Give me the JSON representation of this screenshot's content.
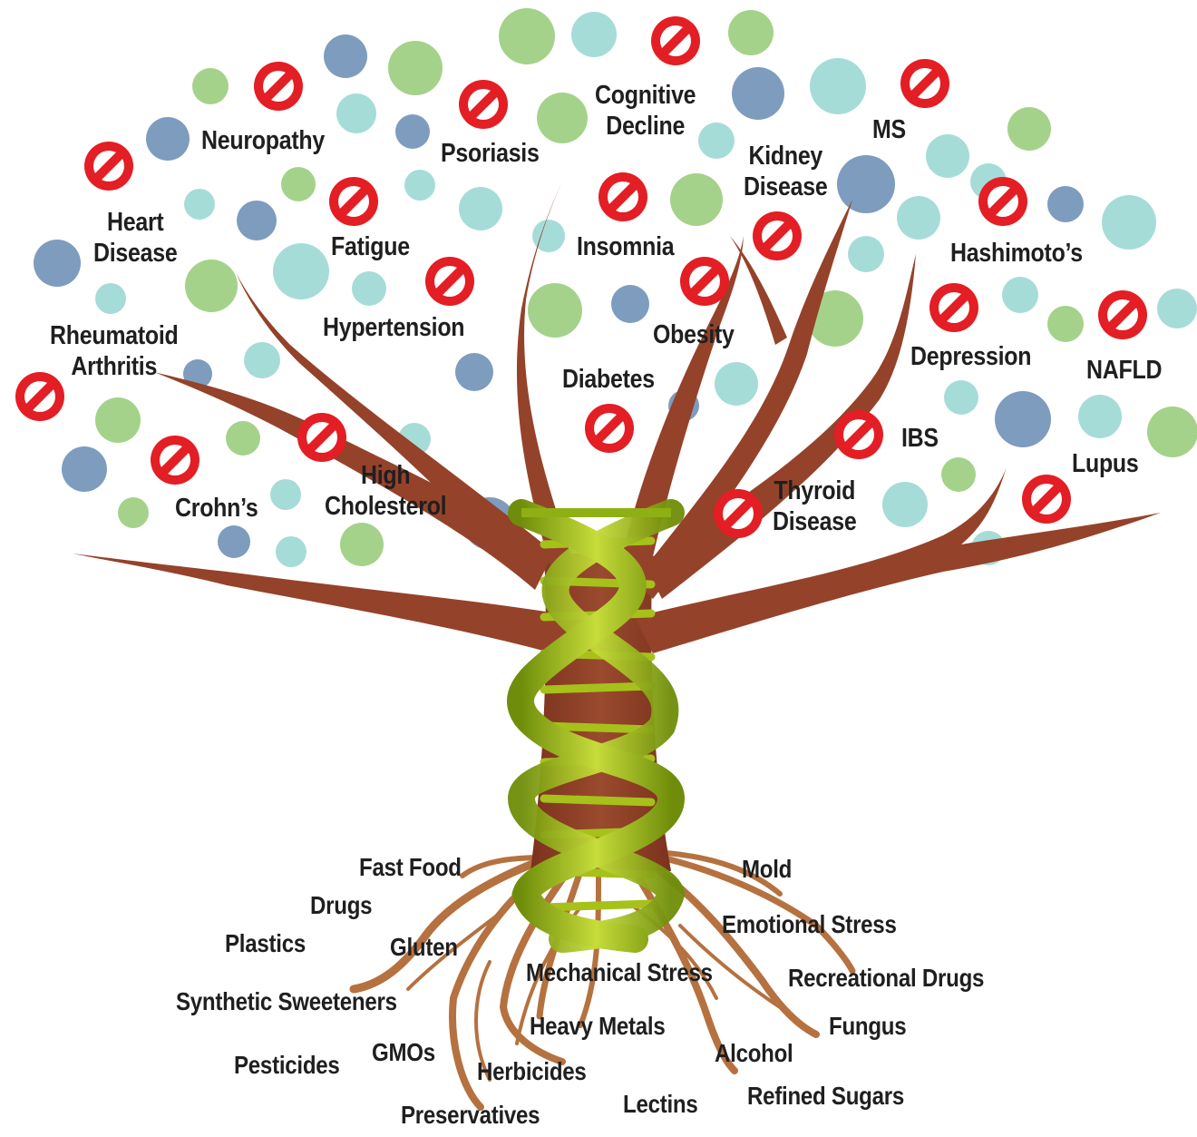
{
  "colors": {
    "trunk": "#8f3f27",
    "trunk_light": "#a04a2d",
    "roots": "#b5713f",
    "dna": "#a7c11b",
    "dna_dark": "#6f8d0a",
    "no_sign": "#e31e24",
    "dot_blue": "#7e9cbd",
    "dot_green": "#a5d28a",
    "dot_teal": "#a6dcd8",
    "text": "#1f1f1f"
  },
  "icons": {
    "no_sign": "no-entry-icon",
    "dna": "dna-helix-icon"
  },
  "diseases": {
    "neuropathy": "Neuropathy",
    "psoriasis": "Psoriasis",
    "cognitive_decline": "Cognitive\nDecline",
    "ms": "MS",
    "kidney_disease": "Kidney\nDisease",
    "heart_disease": "Heart\nDisease",
    "fatigue": "Fatigue",
    "insomnia": "Insomnia",
    "hashimotos": "Hashimoto’s",
    "rheumatoid_arthritis": "Rheumatoid\nArthritis",
    "hypertension": "Hypertension",
    "obesity": "Obesity",
    "depression": "Depression",
    "nafld": "NAFLD",
    "diabetes": "Diabetes",
    "ibs": "IBS",
    "high_cholesterol": "High\nCholesterol",
    "crohns": "Crohn’s",
    "thyroid_disease": "Thyroid\nDisease",
    "lupus": "Lupus"
  },
  "causes": {
    "fast_food": "Fast Food",
    "drugs": "Drugs",
    "plastics": "Plastics",
    "gluten": "Gluten",
    "synthetic_sweeteners": "Synthetic Sweeteners",
    "pesticides": "Pesticides",
    "gmos": "GMOs",
    "preservatives": "Preservatives",
    "herbicides": "Herbicides",
    "mechanical_stress": "Mechanical Stress",
    "heavy_metals": "Heavy Metals",
    "lectins": "Lectins",
    "alcohol": "Alcohol",
    "refined_sugars": "Refined Sugars",
    "fungus": "Fungus",
    "recreational_drugs": "Recreational Drugs",
    "emotional_stress": "Emotional Stress",
    "mold": "Mold"
  }
}
